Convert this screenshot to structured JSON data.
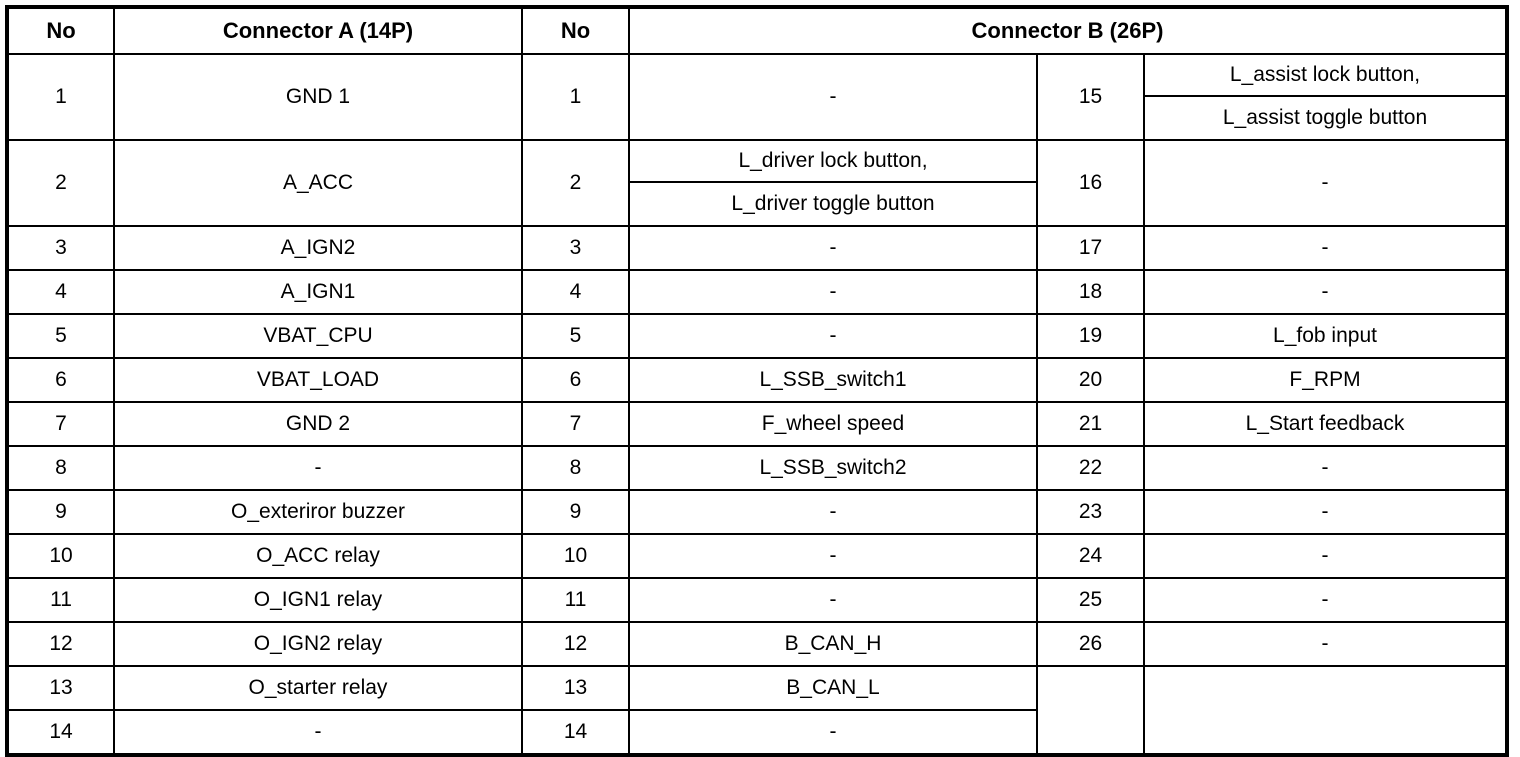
{
  "table": {
    "headers": {
      "no_a": "No",
      "connector_a": "Connector A (14P)",
      "no_b": "No",
      "connector_b": "Connector B (26P)"
    },
    "rows": [
      {
        "no_a": "1",
        "name_a": "GND 1",
        "no_b1": "1",
        "name_b1": "-",
        "name_b1_lines": null,
        "no_b2": "15",
        "name_b2": null,
        "name_b2_lines": [
          "L_assist lock button,",
          "L_assist toggle button"
        ]
      },
      {
        "no_a": "2",
        "name_a": "A_ACC",
        "no_b1": "2",
        "name_b1": null,
        "name_b1_lines": [
          "L_driver lock button,",
          "L_driver toggle button"
        ],
        "no_b2": "16",
        "name_b2": "-",
        "name_b2_lines": null
      },
      {
        "no_a": "3",
        "name_a": "A_IGN2",
        "no_b1": "3",
        "name_b1": "-",
        "no_b2": "17",
        "name_b2": "-"
      },
      {
        "no_a": "4",
        "name_a": "A_IGN1",
        "no_b1": "4",
        "name_b1": "-",
        "no_b2": "18",
        "name_b2": "-"
      },
      {
        "no_a": "5",
        "name_a": "VBAT_CPU",
        "no_b1": "5",
        "name_b1": "-",
        "no_b2": "19",
        "name_b2": "L_fob input"
      },
      {
        "no_a": "6",
        "name_a": "VBAT_LOAD",
        "no_b1": "6",
        "name_b1": "L_SSB_switch1",
        "no_b2": "20",
        "name_b2": "F_RPM"
      },
      {
        "no_a": "7",
        "name_a": "GND 2",
        "no_b1": "7",
        "name_b1": "F_wheel speed",
        "no_b2": "21",
        "name_b2": "L_Start feedback"
      },
      {
        "no_a": "8",
        "name_a": "-",
        "no_b1": "8",
        "name_b1": "L_SSB_switch2",
        "no_b2": "22",
        "name_b2": "-"
      },
      {
        "no_a": "9",
        "name_a": "O_exteriror buzzer",
        "no_b1": "9",
        "name_b1": "-",
        "no_b2": "23",
        "name_b2": "-"
      },
      {
        "no_a": "10",
        "name_a": "O_ACC relay",
        "no_b1": "10",
        "name_b1": "-",
        "no_b2": "24",
        "name_b2": "-"
      },
      {
        "no_a": "11",
        "name_a": "O_IGN1 relay",
        "no_b1": "11",
        "name_b1": "-",
        "no_b2": "25",
        "name_b2": "-"
      },
      {
        "no_a": "12",
        "name_a": "O_IGN2 relay",
        "no_b1": "12",
        "name_b1": "B_CAN_H",
        "no_b2": "26",
        "name_b2": "-"
      },
      {
        "no_a": "13",
        "name_a": "O_starter relay",
        "no_b1": "13",
        "name_b1": "B_CAN_L",
        "no_b2": "",
        "name_b2": ""
      },
      {
        "no_a": "14",
        "name_a": "-",
        "no_b1": "14",
        "name_b1": "-",
        "no_b2": "",
        "name_b2": ""
      }
    ]
  }
}
